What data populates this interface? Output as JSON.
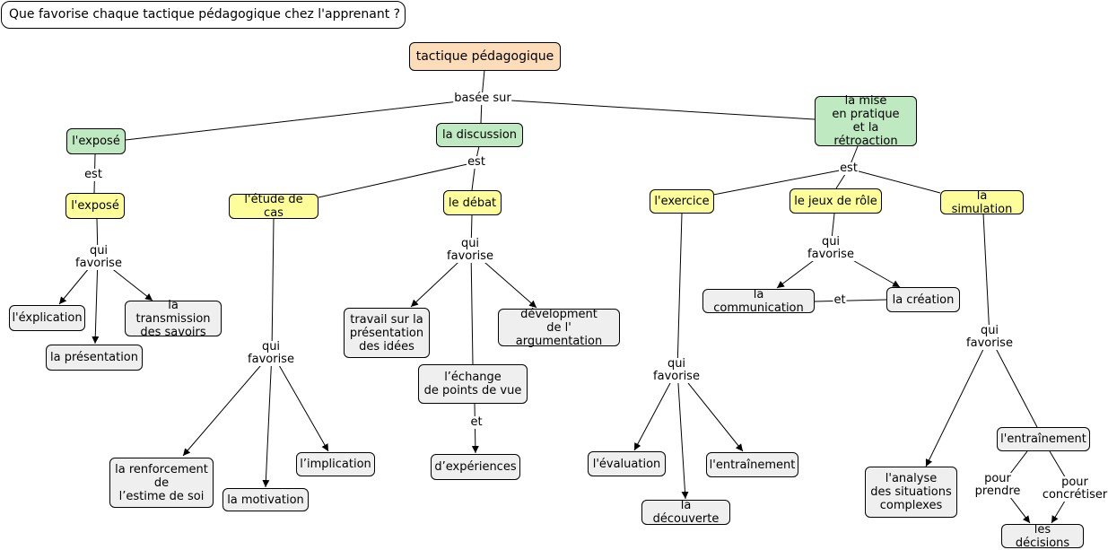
{
  "title": "Que favorise chaque tactique pédagogique chez l'apprenant ?",
  "nodes": {
    "root": "tactique pédagogique",
    "expose_top": "l'exposé",
    "discussion": "la discussion",
    "pratique": "la mise\nen pratique\net la rétroaction",
    "expose": "l'exposé",
    "etude": "l'étude de cas",
    "debat": "le débat",
    "exercice": "l'exercice",
    "jeux": "le jeux de rôle",
    "simulation": "la simulation",
    "explication": "l'éxplication",
    "transmission": "la transmission\ndes savoirs",
    "presentation": "la présentation",
    "travail": "travail sur la\nprésentation\ndes idées",
    "developpement": "dévelopment\nde l' argumentation",
    "echange": "l’échange\nde points de vue",
    "experiences": "d’expériences",
    "renforcement": "la renforcement\nde\nl’estime de soi",
    "motivation": "la motivation",
    "implication": "l’implication",
    "evaluation": "l'évaluation",
    "entrainement_ex": "l'entraînement",
    "decouverte": "la découverte",
    "communication": "la communication",
    "creation": "la création",
    "analyse": "l'analyse\ndes situations\ncomplexes",
    "entrainement_sim": "l'entraînement",
    "decisions": "les décisions"
  },
  "links": {
    "basee_sur": "basée sur",
    "est_expose": "est",
    "est_discussion": "est",
    "est_pratique": "est",
    "qui_expose": "qui\nfavorise",
    "qui_etude": "qui\nfavorise",
    "qui_debat": "qui\nfavorise",
    "et_echange": "et",
    "qui_exercice": "qui\nfavorise",
    "qui_jeux": "qui\nfavorise",
    "et_comm": "et",
    "qui_sim": "qui\nfavorise",
    "pour_prendre": "pour\nprendre",
    "pour_concretiser": "pour\nconcrétiser"
  }
}
